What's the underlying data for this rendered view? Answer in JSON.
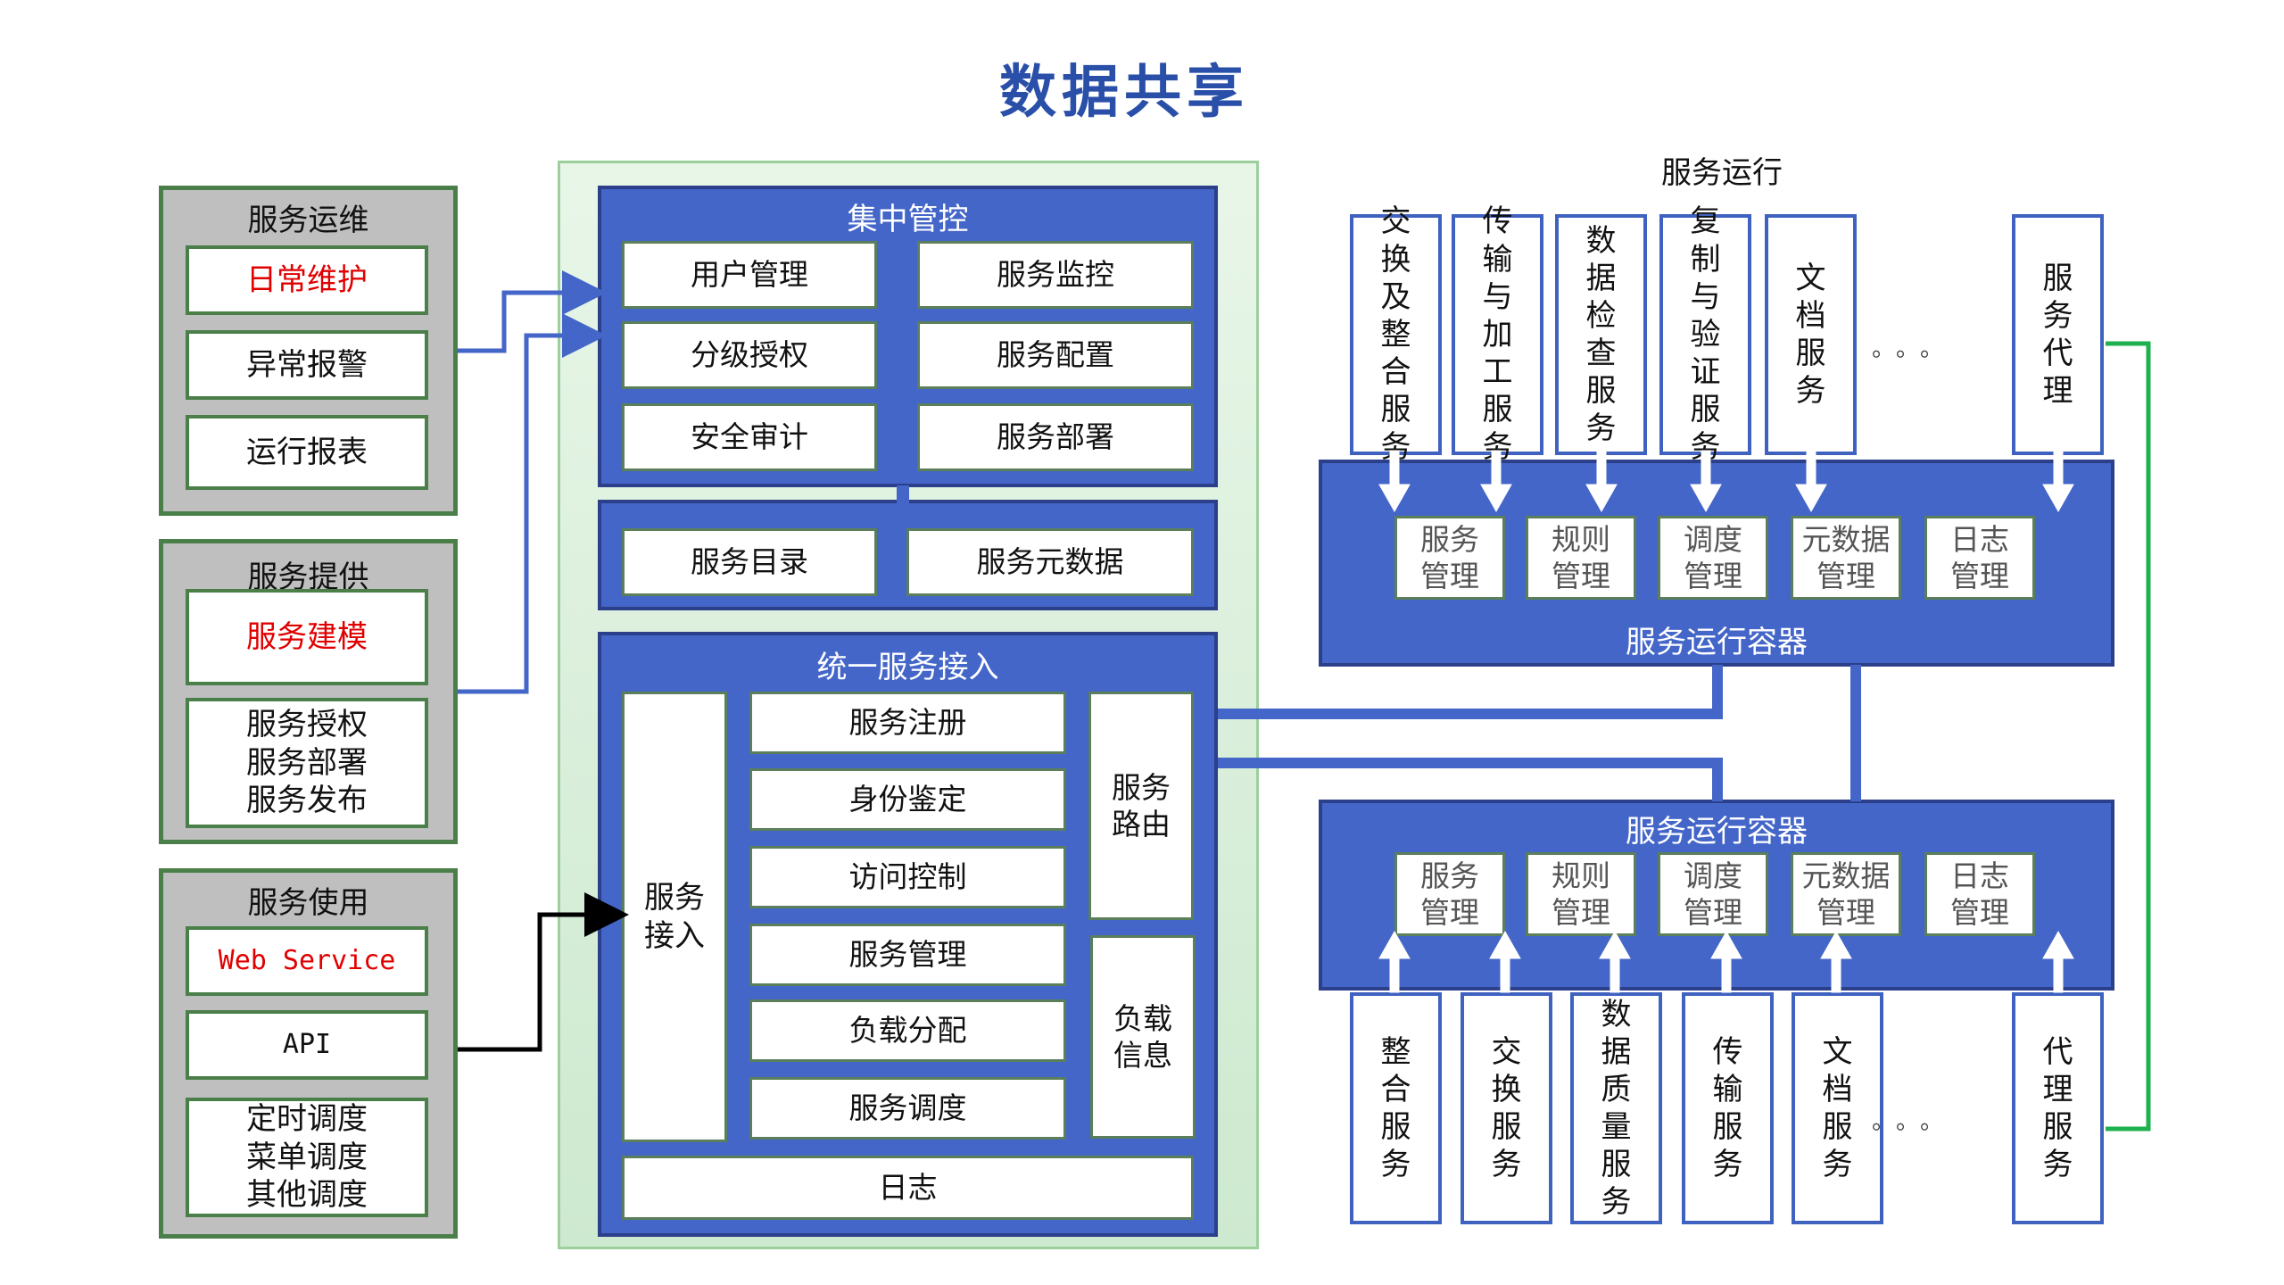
{
  "title": "数据共享",
  "ops": {
    "title": "服务运维",
    "items": [
      "日常维护",
      "异常报警",
      "运行报表"
    ]
  },
  "provide": {
    "title": "服务提供",
    "items": [
      "服务建模",
      "服务授权\n服务部署\n服务发布"
    ]
  },
  "use": {
    "title": "服务使用",
    "items": [
      "Web Service",
      "API",
      "定时调度\n菜单调度\n其他调度"
    ]
  },
  "central": {
    "title": "集中管控",
    "items": [
      "用户管理",
      "服务监控",
      "分级授权",
      "服务配置",
      "安全审计",
      "服务部署"
    ]
  },
  "catalog": {
    "items": [
      "服务目录",
      "服务元数据"
    ]
  },
  "access": {
    "title": "统一服务接入",
    "left": "服务\n接入",
    "mid": [
      "服务注册",
      "身份鉴定",
      "访问控制",
      "服务管理",
      "负载分配",
      "服务调度"
    ],
    "route": "服务\n路由",
    "load": "负载\n信息",
    "log": "日志"
  },
  "runtime": {
    "label": "服务运行",
    "top_services": [
      "交换及整合服务",
      "传输与加工服务",
      "数据检查服务",
      "复制与验证服务",
      "文档服务",
      "服务代理"
    ],
    "container_title": "服务运行容器",
    "container_items": [
      "服务\n管理",
      "规则\n管理",
      "调度\n管理",
      "元数据\n管理",
      "日志\n管理"
    ],
    "bottom_services": [
      "整合服务",
      "交换服务",
      "数据质量服务",
      "传输服务",
      "文档服务",
      "代理服务"
    ],
    "ellipsis": "。。。"
  }
}
